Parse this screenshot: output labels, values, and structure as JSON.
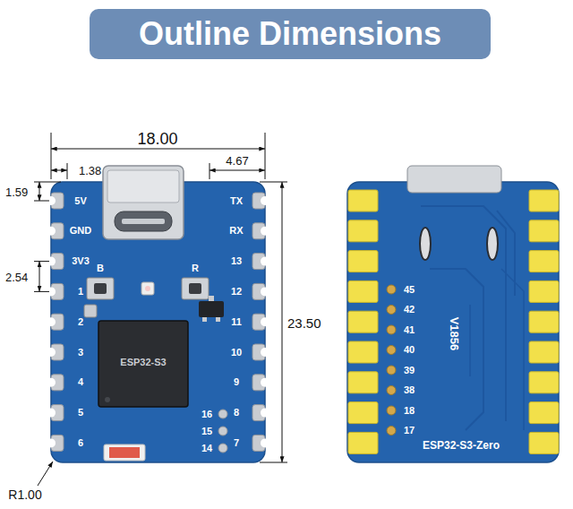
{
  "diagram": {
    "title": "Outline Dimensions",
    "labels": [
      "18.00",
      "1.38",
      "4.67",
      "1.59",
      "2.54",
      "23.50",
      "R1.00",
      "5V",
      "GND",
      "3V3",
      "1",
      "2",
      "3",
      "4",
      "5",
      "6",
      "TX",
      "RX",
      "13",
      "12",
      "11",
      "10",
      "9",
      "8",
      "7",
      "B",
      "R",
      "ESP32-S3",
      "16",
      "15",
      "14",
      "45",
      "42",
      "41",
      "40",
      "39",
      "38",
      "18",
      "17",
      "V1856",
      "ESP32-S3-Zero"
    ]
  }
}
